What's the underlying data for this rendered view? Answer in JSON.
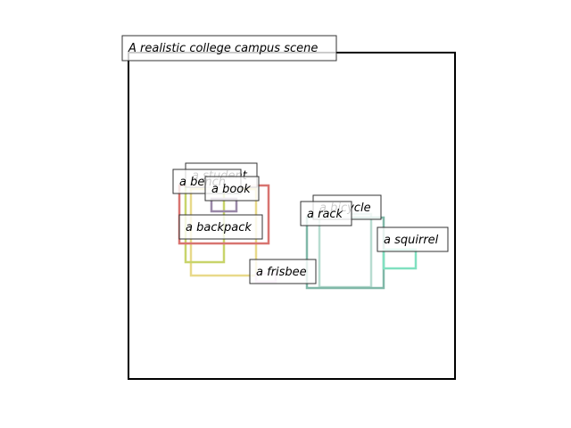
{
  "caption": "A realistic college campus scene",
  "objects": [
    {
      "label": "a student",
      "color": "#e8d98a"
    },
    {
      "label": "a bench",
      "color": "#c8d46a"
    },
    {
      "label": "a book",
      "color": "#9a88a8"
    },
    {
      "label": "a backpack",
      "color": "#d87470"
    },
    {
      "label": "a frisbee",
      "color": "#ecc8e8"
    },
    {
      "label": "a bicycle",
      "color": "#b8dcd0"
    },
    {
      "label": "a rack",
      "color": "#80b8a8"
    },
    {
      "label": "a squirrel",
      "color": "#80e0c0"
    }
  ]
}
